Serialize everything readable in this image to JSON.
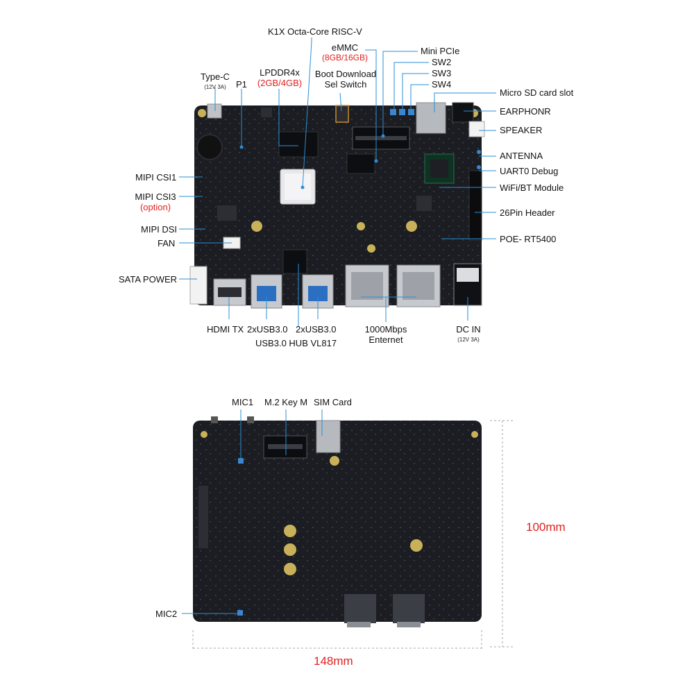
{
  "top_labels": {
    "k1x": "K1X Octa-Core RISC-V",
    "emmc": "eMMC",
    "emmc_sub": "(8GB/16GB)",
    "mini_pcie": "Mini PCIe",
    "sw2": "SW2",
    "sw3": "SW3",
    "sw4": "SW4",
    "typec": "Type-C",
    "typec_sub": "(12V 3A)",
    "p1": "P1",
    "lpddr": "LPDDR4x",
    "lpddr_sub": "(2GB/4GB)",
    "boot1": "Boot Download",
    "boot2": "Sel Switch",
    "microsd": "Micro SD card slot",
    "earphone": "EARPHONR",
    "speaker": "SPEAKER",
    "antenna": "ANTENNA",
    "uart": "UART0 Debug",
    "wifi": "WiFi/BT Module",
    "header26": "26Pin Header",
    "poe": "POE- RT5400",
    "csi1": "MIPI CSI1",
    "csi3": "MIPI CSI3",
    "csi3_sub": "(option)",
    "dsi": "MIPI DSI",
    "fan": "FAN",
    "sata": "SATA POWER",
    "hdmi": "HDMI TX",
    "usb_a": "2xUSB3.0",
    "usb_b": "2xUSB3.0",
    "usbhub": "USB3.0 HUB VL817",
    "eth1": "1000Mbps",
    "eth2": "Enternet",
    "dcin": "DC IN",
    "dcin_sub": "(12V 3A)"
  },
  "bottom_labels": {
    "mic1": "MIC1",
    "m2": "M.2 Key M",
    "sim": "SIM Card",
    "mic2": "MIC2"
  },
  "dimensions": {
    "height": "100mm",
    "width": "148mm"
  },
  "colors": {
    "pcb": "#1b1d22",
    "leader": "#2a8fd6",
    "accent_red": "#e02020"
  }
}
